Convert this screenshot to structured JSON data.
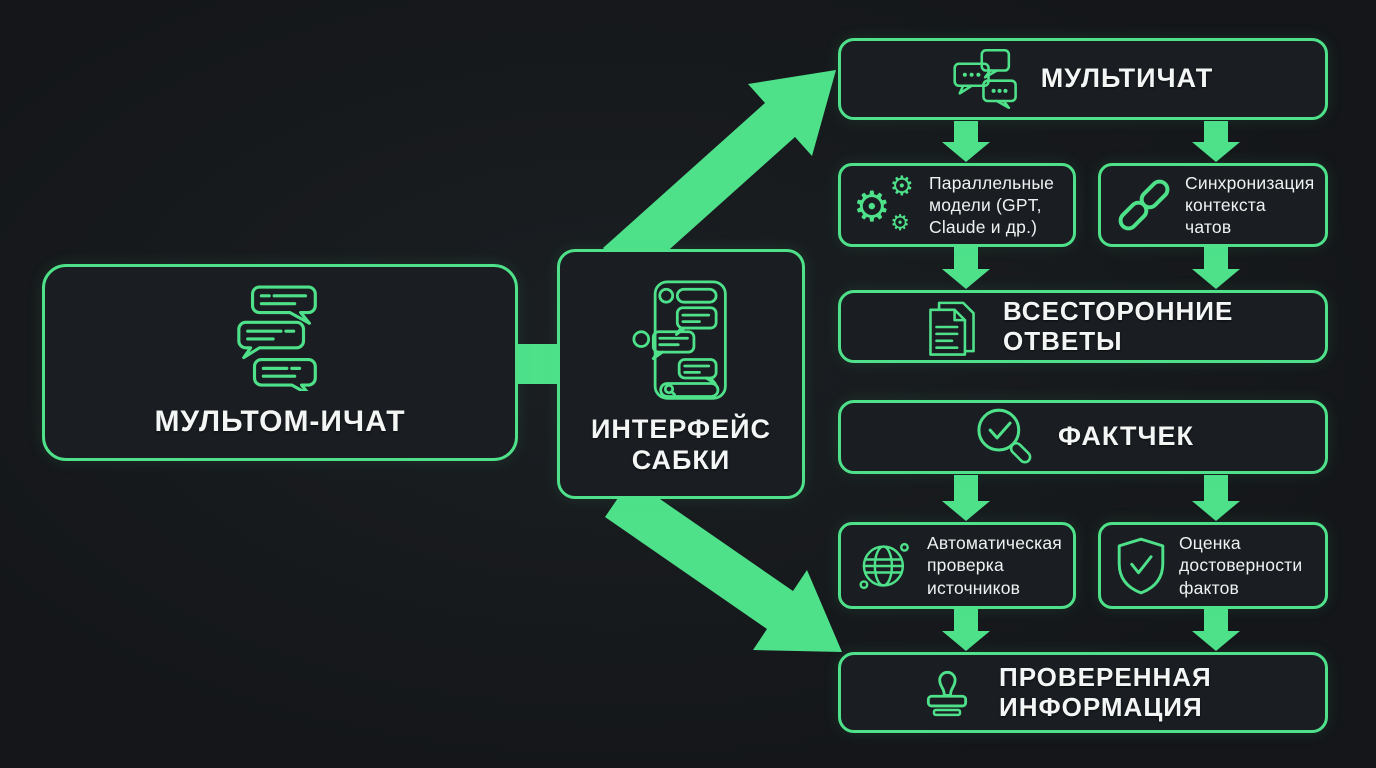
{
  "colors": {
    "bg": "#16191c",
    "box": "#1a1e22",
    "accent": "#4ee18a",
    "text": "#f4f6f6"
  },
  "icons": {
    "gear_glyph": "⚙",
    "names": [
      "chat-stack-icon",
      "phone-chat-icon",
      "chat-multi-icon",
      "gears-icon",
      "chain-link-icon",
      "documents-icon",
      "magnifier-check-icon",
      "globe-icon",
      "shield-check-icon",
      "stamp-icon"
    ]
  },
  "nodes": {
    "source": {
      "title": "МУЛЬТОМ-ИЧАТ"
    },
    "hub": {
      "title": "ИНТЕРФЕЙС САБКИ"
    },
    "multichat": {
      "title": "МУЛЬТИЧАТ"
    },
    "parallel_models": {
      "title": "Параллельные модели (GPT, Claude и др.)"
    },
    "context_sync": {
      "title": "Синхронизация контекста чатов"
    },
    "answers": {
      "title": "ВСЕСТОРОННИЕ ОТВЕТЫ"
    },
    "factcheck": {
      "title": "ФАКТЧЕК"
    },
    "source_check": {
      "title": "Автоматическая проверка источников"
    },
    "fact_assessment": {
      "title": "Оценка достоверности фактов"
    },
    "verified": {
      "title": "ПРОВЕРЕННАЯ ИНФОРМАЦИЯ"
    }
  }
}
